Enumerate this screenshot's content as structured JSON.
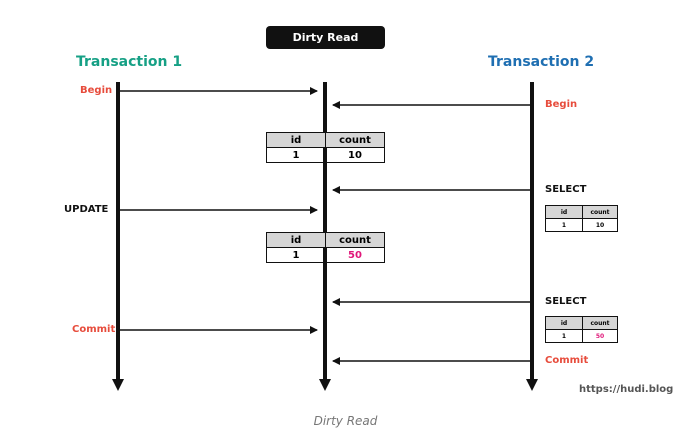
{
  "title": "Dirty Read",
  "transaction1": {
    "label": "Transaction 1",
    "begin": "Begin",
    "update": "UPDATE",
    "commit": "Commit"
  },
  "transaction2": {
    "label": "Transaction 2",
    "begin": "Begin",
    "select1": "SELECT",
    "select2": "SELECT",
    "commit": "Commit"
  },
  "db_table_before": {
    "headers": [
      "id",
      "count"
    ],
    "row": [
      "1",
      "10"
    ]
  },
  "db_table_after": {
    "headers": [
      "id",
      "count"
    ],
    "row": [
      "1",
      "50"
    ]
  },
  "t2_result1": {
    "headers": [
      "id",
      "count"
    ],
    "row": [
      "1",
      "10"
    ]
  },
  "t2_result2": {
    "headers": [
      "id",
      "count"
    ],
    "row": [
      "1",
      "50"
    ]
  },
  "watermark": "https://hudi.blog",
  "caption": "Dirty Read",
  "colors": {
    "transaction1": "#16a085",
    "transaction2": "#1f6fb2",
    "event": "#e74c3c",
    "updated_value": "#e0187a"
  }
}
